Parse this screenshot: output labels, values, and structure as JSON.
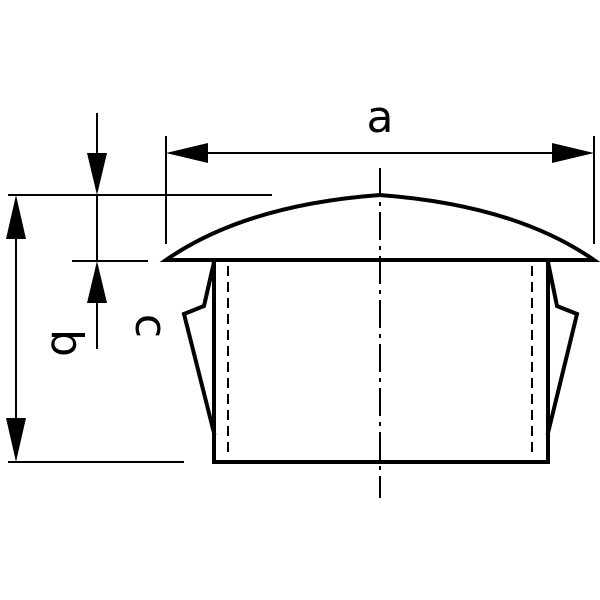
{
  "diagram": {
    "labels": {
      "a": "a",
      "b": "b",
      "c": "c"
    },
    "colors": {
      "line": "#000000",
      "background": "#ffffff"
    }
  }
}
